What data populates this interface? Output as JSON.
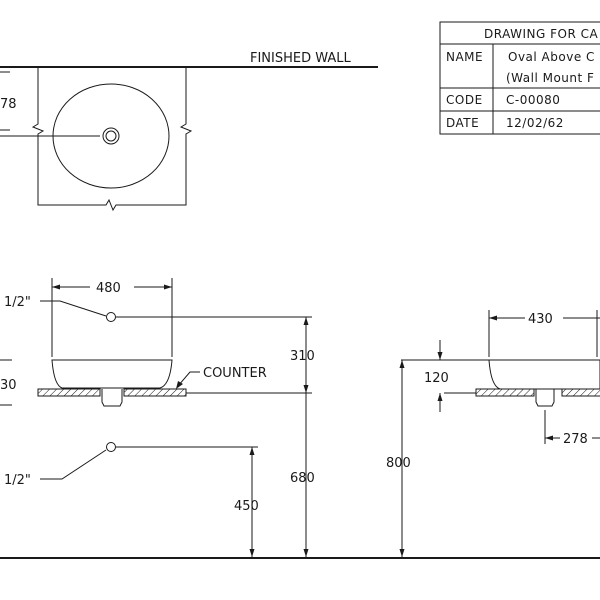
{
  "title_block": {
    "heading": "DRAWING FOR CA",
    "name_label": "NAME",
    "name_line1": "Oval Above C",
    "name_line2": "(Wall Mount F",
    "code_label": "CODE",
    "code_value": "C-00080",
    "date_label": "DATE",
    "date_value": "12/02/62"
  },
  "plan_view": {
    "wall_label": "FINISHED WALL",
    "dim_left": "78"
  },
  "front_view": {
    "width_dim": "480",
    "pipe_top_label": "1/2\"",
    "pipe_bottom_label": "1/2\"",
    "dim_310": "310",
    "dim_left_30": "30",
    "counter_label": "COUNTER",
    "dim_680": "680",
    "dim_450": "450"
  },
  "side_view": {
    "width_dim": "430",
    "dim_120": "120",
    "dim_800": "800",
    "dim_278": "278"
  }
}
